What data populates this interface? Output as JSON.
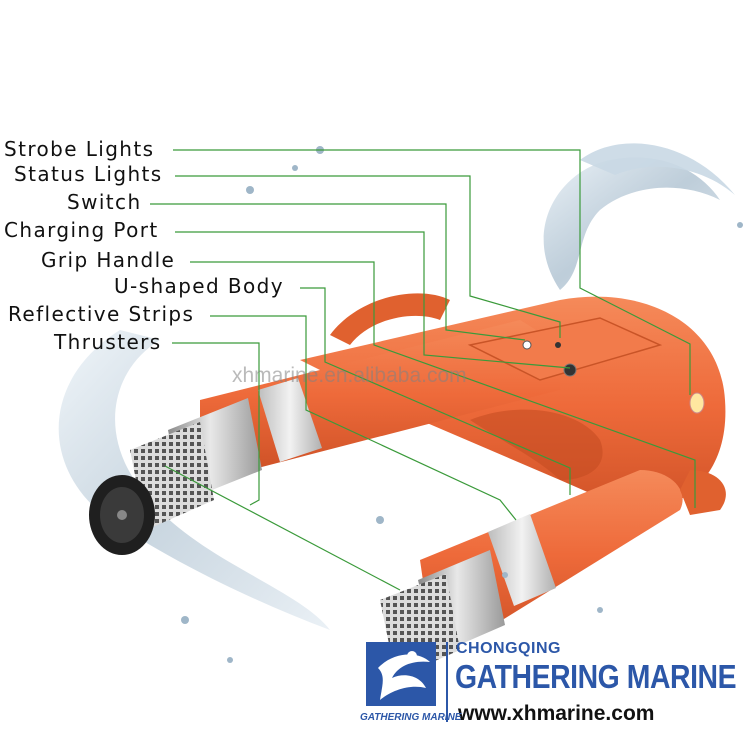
{
  "callouts": [
    {
      "label": "Strobe Lights"
    },
    {
      "label": "Status Lights"
    },
    {
      "label": "Switch"
    },
    {
      "label": "Charging Port"
    },
    {
      "label": "Grip Handle"
    },
    {
      "label": "U-shaped Body"
    },
    {
      "label": "Reflective Strips"
    },
    {
      "label": "Thrusters"
    }
  ],
  "watermark": "xhmarine.en.alibaba.com",
  "brand": {
    "city": "CHONGQING",
    "name": "GATHERING MARINE",
    "url": "www.xhmarine.com",
    "logo_caption": "GATHERING MARINE"
  },
  "colors": {
    "body": "#ee6a3a",
    "body_shade": "#d4562a",
    "leader": "#3a9a3a",
    "brand": "#2c57a8",
    "metal": "#c9c9c9"
  }
}
